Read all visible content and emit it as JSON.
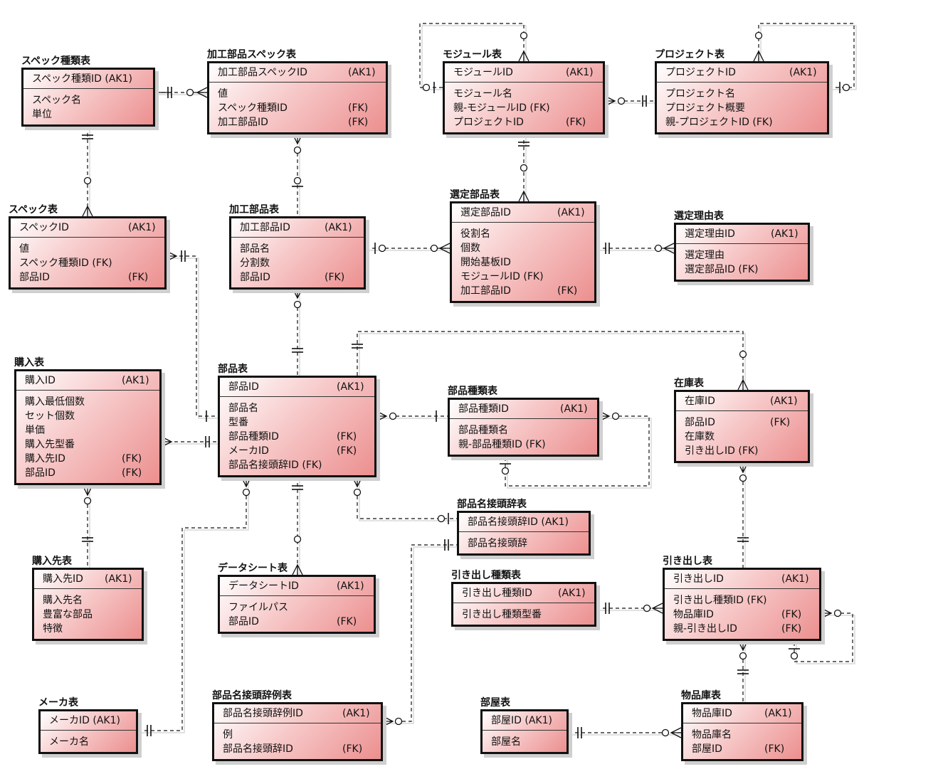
{
  "entities": {
    "spec_type": {
      "title": "スペック種類表",
      "pk": {
        "name": "スペック種類ID (AK1)",
        "key": ""
      },
      "attrs": [
        {
          "name": "スペック名",
          "key": ""
        },
        {
          "name": "単位",
          "key": ""
        }
      ]
    },
    "proc_spec": {
      "title": "加工部品スペック表",
      "pk": {
        "name": "加工部品スペックID",
        "key": "(AK1)"
      },
      "attrs": [
        {
          "name": "値",
          "key": ""
        },
        {
          "name": "スペック種類ID",
          "key": "(FK)"
        },
        {
          "name": "加工部品ID",
          "key": "(FK)"
        }
      ]
    },
    "module": {
      "title": "モジュール表",
      "pk": {
        "name": "モジュールID",
        "key": "(AK1)"
      },
      "attrs": [
        {
          "name": "モジュール名",
          "key": ""
        },
        {
          "name": "親-モジュールID (FK)",
          "key": ""
        },
        {
          "name": "プロジェクトID",
          "key": "(FK)"
        }
      ]
    },
    "project": {
      "title": "プロジェクト表",
      "pk": {
        "name": "プロジェクトID",
        "key": "(AK1)"
      },
      "attrs": [
        {
          "name": "プロジェクト名",
          "key": ""
        },
        {
          "name": "プロジェクト概要",
          "key": ""
        },
        {
          "name": "親-プロジェクトID (FK)",
          "key": ""
        }
      ]
    },
    "spec": {
      "title": "スペック表",
      "pk": {
        "name": "スペックID",
        "key": "(AK1)"
      },
      "attrs": [
        {
          "name": "値",
          "key": ""
        },
        {
          "name": "スペック種類ID (FK)",
          "key": ""
        },
        {
          "name": "部品ID",
          "key": "(FK)"
        }
      ]
    },
    "proc_part": {
      "title": "加工部品表",
      "pk": {
        "name": "加工部品ID",
        "key": "(AK1)"
      },
      "attrs": [
        {
          "name": "部品名",
          "key": ""
        },
        {
          "name": "分割数",
          "key": ""
        },
        {
          "name": "部品ID",
          "key": "(FK)"
        }
      ]
    },
    "selected": {
      "title": "選定部品表",
      "pk": {
        "name": "選定部品ID",
        "key": "(AK1)"
      },
      "attrs": [
        {
          "name": "役割名",
          "key": ""
        },
        {
          "name": "個数",
          "key": ""
        },
        {
          "name": "開始基板ID",
          "key": ""
        },
        {
          "name": "モジュールID (FK)",
          "key": ""
        },
        {
          "name": "加工部品ID",
          "key": "(FK)"
        }
      ]
    },
    "reason": {
      "title": "選定理由表",
      "pk": {
        "name": "選定理由ID",
        "key": "(AK1)"
      },
      "attrs": [
        {
          "name": "選定理由",
          "key": ""
        },
        {
          "name": "選定部品ID (FK)",
          "key": ""
        }
      ]
    },
    "purchase": {
      "title": "購入表",
      "pk": {
        "name": "購入ID",
        "key": "(AK1)"
      },
      "attrs": [
        {
          "name": "購入最低個数",
          "key": ""
        },
        {
          "name": "セット個数",
          "key": ""
        },
        {
          "name": "単価",
          "key": ""
        },
        {
          "name": "購入先型番",
          "key": ""
        },
        {
          "name": "購入先ID",
          "key": "(FK)"
        },
        {
          "name": "部品ID",
          "key": "(FK)"
        }
      ]
    },
    "part": {
      "title": "部品表",
      "pk": {
        "name": "部品ID",
        "key": "(AK1)"
      },
      "attrs": [
        {
          "name": "部品名",
          "key": ""
        },
        {
          "name": "型番",
          "key": ""
        },
        {
          "name": "部品種類ID",
          "key": "(FK)"
        },
        {
          "name": "メーカID",
          "key": "(FK)"
        },
        {
          "name": "部品名接頭辞ID (FK)",
          "key": ""
        }
      ]
    },
    "part_type": {
      "title": "部品種類表",
      "pk": {
        "name": "部品種類ID",
        "key": "(AK1)"
      },
      "attrs": [
        {
          "name": "部品種類名",
          "key": ""
        },
        {
          "name": "親-部品種類ID (FK)",
          "key": ""
        }
      ]
    },
    "stock": {
      "title": "在庫表",
      "pk": {
        "name": "在庫ID",
        "key": "(AK1)"
      },
      "attrs": [
        {
          "name": "部品ID",
          "key": "(FK)"
        },
        {
          "name": "在庫数",
          "key": ""
        },
        {
          "name": "引き出しID (FK)",
          "key": ""
        }
      ]
    },
    "prefix": {
      "title": "部品名接頭辞表",
      "pk": {
        "name": "部品名接頭辞ID (AK1)",
        "key": ""
      },
      "attrs": [
        {
          "name": "部品名接頭辞",
          "key": ""
        }
      ]
    },
    "vendor": {
      "title": "購入先表",
      "pk": {
        "name": "購入先ID",
        "key": "(AK1)"
      },
      "attrs": [
        {
          "name": "購入先名",
          "key": ""
        },
        {
          "name": "豊富な部品",
          "key": ""
        },
        {
          "name": "特徴",
          "key": ""
        }
      ]
    },
    "datasheet": {
      "title": "データシート表",
      "pk": {
        "name": "データシートID",
        "key": "(AK1)"
      },
      "attrs": [
        {
          "name": "ファイルパス",
          "key": ""
        },
        {
          "name": "部品ID",
          "key": "(FK)"
        }
      ]
    },
    "drawer_type": {
      "title": "引き出し種類表",
      "pk": {
        "name": "引き出し種類ID",
        "key": "(AK1)"
      },
      "attrs": [
        {
          "name": "引き出し種類型番",
          "key": ""
        }
      ]
    },
    "drawer": {
      "title": "引き出し表",
      "pk": {
        "name": "引き出しID",
        "key": "(AK1)"
      },
      "attrs": [
        {
          "name": "引き出し種類ID (FK)",
          "key": ""
        },
        {
          "name": "物品庫ID",
          "key": "(FK)"
        },
        {
          "name": "親-引き出しID",
          "key": "(FK)"
        }
      ]
    },
    "maker": {
      "title": "メーカ表",
      "pk": {
        "name": "メーカID (AK1)",
        "key": ""
      },
      "attrs": [
        {
          "name": "メーカ名",
          "key": ""
        }
      ]
    },
    "prefix_ex": {
      "title": "部品名接頭辞例表",
      "pk": {
        "name": "部品名接頭辞例ID",
        "key": "(AK1)"
      },
      "attrs": [
        {
          "name": "例",
          "key": ""
        },
        {
          "name": "部品名接頭辞ID",
          "key": "(FK)"
        }
      ]
    },
    "room": {
      "title": "部屋表",
      "pk": {
        "name": "部屋ID (AK1)",
        "key": ""
      },
      "attrs": [
        {
          "name": "部屋名",
          "key": ""
        }
      ]
    },
    "warehouse": {
      "title": "物品庫表",
      "pk": {
        "name": "物品庫ID",
        "key": "(AK1)"
      },
      "attrs": [
        {
          "name": "物品庫名",
          "key": ""
        },
        {
          "name": "部屋ID",
          "key": "(FK)"
        }
      ]
    }
  }
}
